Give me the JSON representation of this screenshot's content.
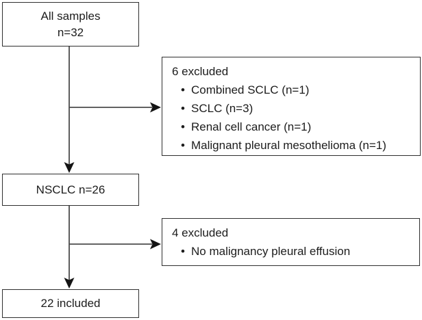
{
  "colors": {
    "background": "#ffffff",
    "box_border": "#2e2e2e",
    "text": "#1c1c1c",
    "connector_line": "#4b4b4b",
    "arrowhead": "#141414"
  },
  "flow": {
    "all_samples": {
      "line1": "All samples",
      "line2": "n=32"
    },
    "excluded_6": {
      "title": "6 excluded",
      "items": [
        "Combined SCLC (n=1)",
        "SCLC (n=3)",
        "Renal cell cancer (n=1)",
        "Malignant pleural mesothelioma (n=1)"
      ]
    },
    "nsclc": {
      "label": "NSCLC n=26"
    },
    "excluded_4": {
      "title": "4 excluded",
      "items": [
        "No malignancy pleural effusion"
      ]
    },
    "included": {
      "label": "22 included"
    }
  }
}
